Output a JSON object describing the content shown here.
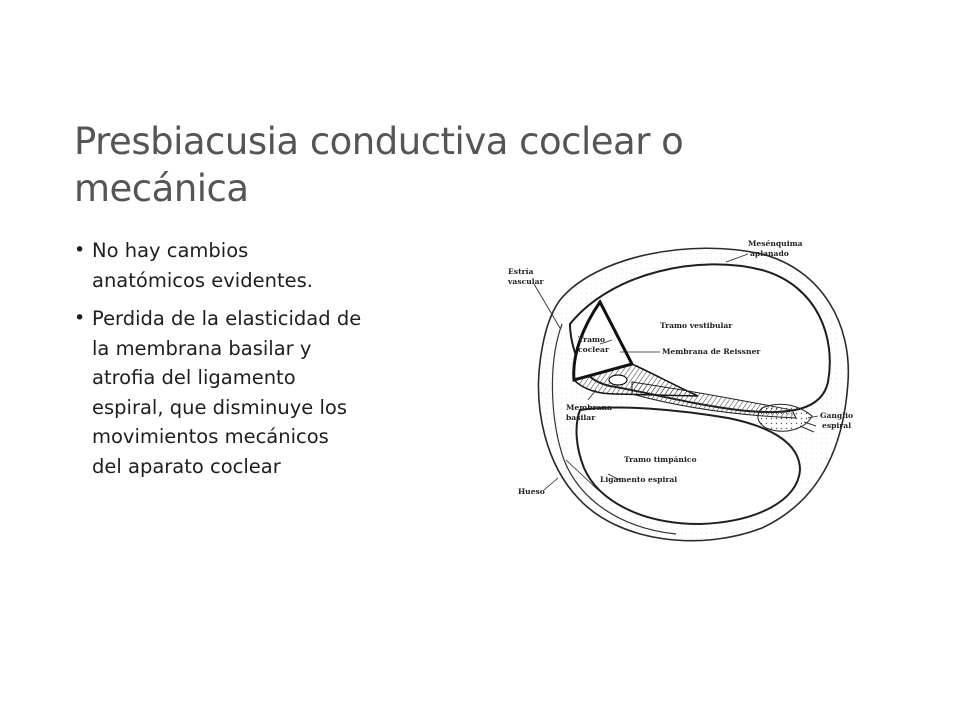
{
  "slide": {
    "title_lines": [
      "Presbiacusia conductiva coclear o",
      "mecánica"
    ],
    "bullets": [
      {
        "lines": [
          "No hay cambios",
          "anatómicos evidentes."
        ]
      },
      {
        "lines": [
          "Perdida de la elasticidad de",
          "la membrana basilar y",
          "atrofia del ligamento",
          "espiral, que disminuye los",
          "movimientos mecánicos",
          "del aparato coclear"
        ]
      }
    ]
  },
  "figure": {
    "labels": {
      "mesenquima_1": "Mesénquima",
      "mesenquima_2": "aplanado",
      "estria_1": "Estría",
      "estria_2": "vascular",
      "tramo_vestibular": "Tramo vestibular",
      "tramo_coclear_1": "Tramo",
      "tramo_coclear_2": "coclear",
      "membrana_reissner": "Membrana de Reissner",
      "membrana_basilar_1": "Membrana",
      "membrana_basilar_2": "basilar",
      "ganglio_1": "Ganglio",
      "ganglio_2": "espiral",
      "tramo_timpanico": "Tramo timpánico",
      "ligamento_espiral": "Ligamento espiral",
      "hueso": "Hueso"
    }
  }
}
